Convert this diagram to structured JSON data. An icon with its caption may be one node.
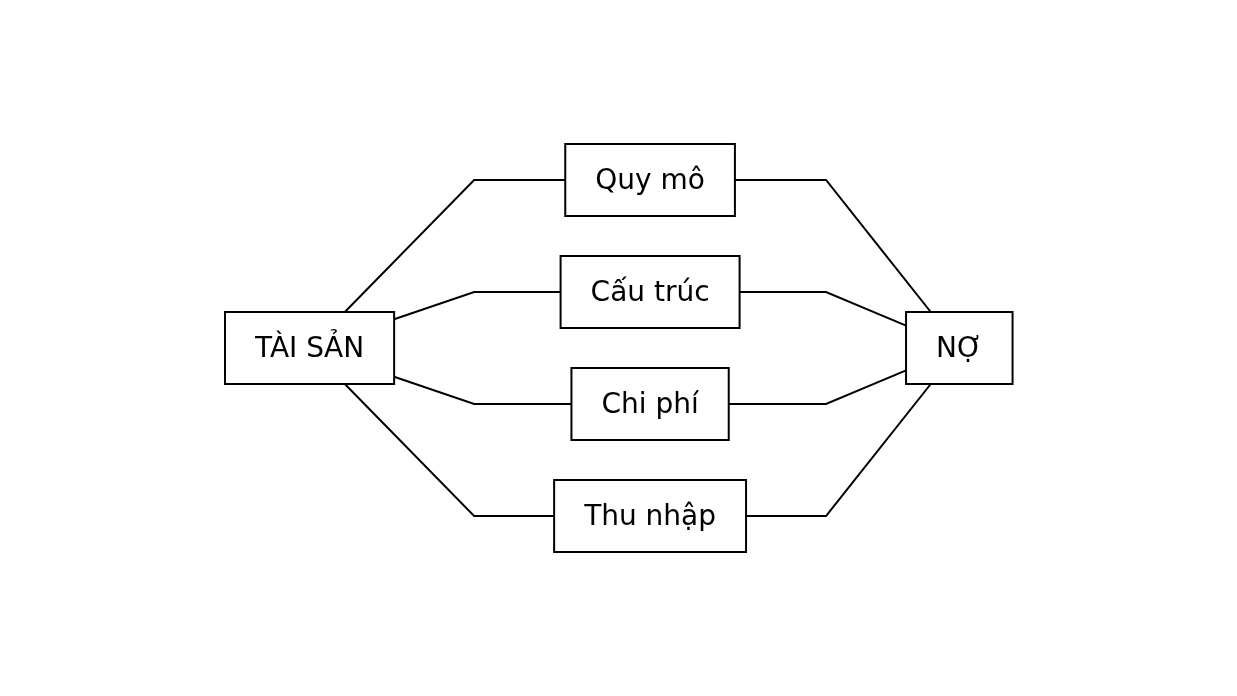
{
  "diagram": {
    "nodes": [
      {
        "text": [
          "Quy mô"
        ]
      },
      {
        "text": [
          "TÀI SẢN"
        ]
      },
      {
        "text": [
          "Cấu trúc"
        ]
      },
      {
        "text": [
          "NỢ"
        ]
      },
      {
        "text": [
          "Chi phí"
        ]
      },
      {
        "text": [
          "Thu nhập"
        ]
      }
    ],
    "edges": [
      {
        "from": 1,
        "to": 0,
        "arrow": "none"
      },
      {
        "from": 0,
        "to": 3,
        "arrow": "none"
      },
      {
        "from": 1,
        "to": 2,
        "arrow": "none"
      },
      {
        "from": 2,
        "to": 3,
        "arrow": "none"
      },
      {
        "from": 1,
        "to": 4,
        "arrow": "none"
      },
      {
        "from": 4,
        "to": 3,
        "arrow": "none"
      },
      {
        "from": 1,
        "to": 5,
        "arrow": "none"
      },
      {
        "from": 5,
        "to": 3,
        "arrow": "none"
      }
    ]
  }
}
